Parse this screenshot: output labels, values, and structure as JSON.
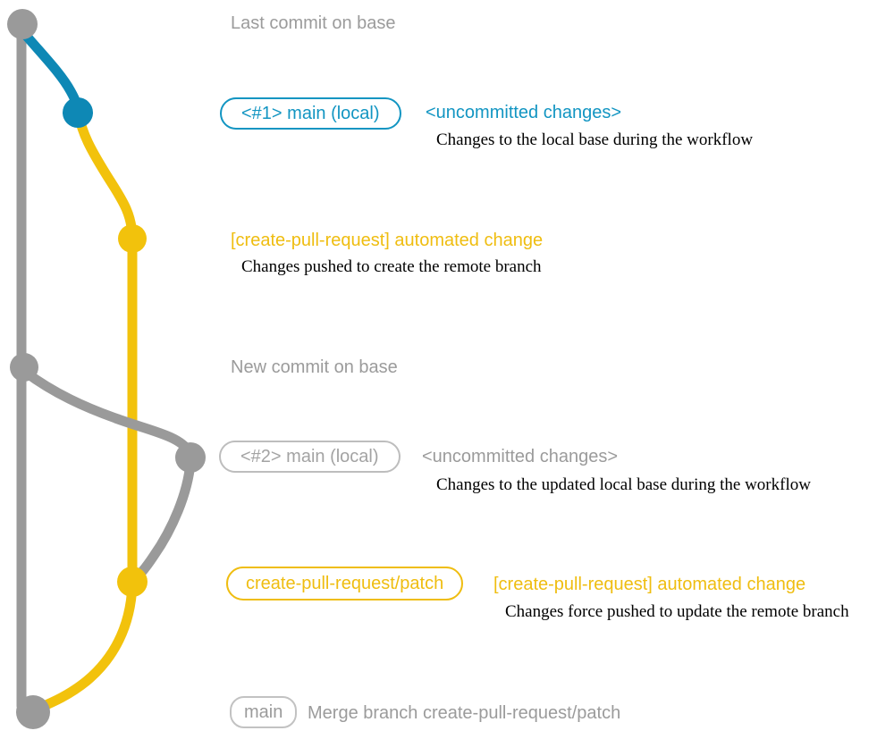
{
  "colors": {
    "gray_line": "#9A9A9A",
    "blue_line": "#0E88B5",
    "blue_text": "#1295C2",
    "yellow_line": "#F2C20C",
    "yellow_text": "#EFBD10",
    "gray_text": "#9B9B9B",
    "annotation_text": "#000000",
    "background": "#FFFFFF"
  },
  "graph": {
    "branches": [
      {
        "name": "base",
        "color": "gray"
      },
      {
        "name": "main (local)",
        "color": "blue"
      },
      {
        "name": "create-pull-request/patch",
        "color": "yellow"
      }
    ],
    "commit_count": 7
  },
  "diagram": {
    "row1": {
      "label": "Last commit on base"
    },
    "row2": {
      "badge": "<#1> main (local)",
      "title": "<uncommitted changes>",
      "desc": "Changes to the local base during the workflow"
    },
    "row3": {
      "title": "[create-pull-request] automated change",
      "desc": "Changes pushed to create the remote branch"
    },
    "row4": {
      "label": "New commit on base"
    },
    "row5": {
      "badge": "<#2> main (local)",
      "title": "<uncommitted changes>",
      "desc": "Changes to the updated local base during the workflow"
    },
    "row6": {
      "badge": "create-pull-request/patch",
      "title": "[create-pull-request] automated change",
      "desc": "Changes force pushed to update the remote branch"
    },
    "row7": {
      "badge": "main",
      "label": "Merge branch create-pull-request/patch"
    }
  }
}
